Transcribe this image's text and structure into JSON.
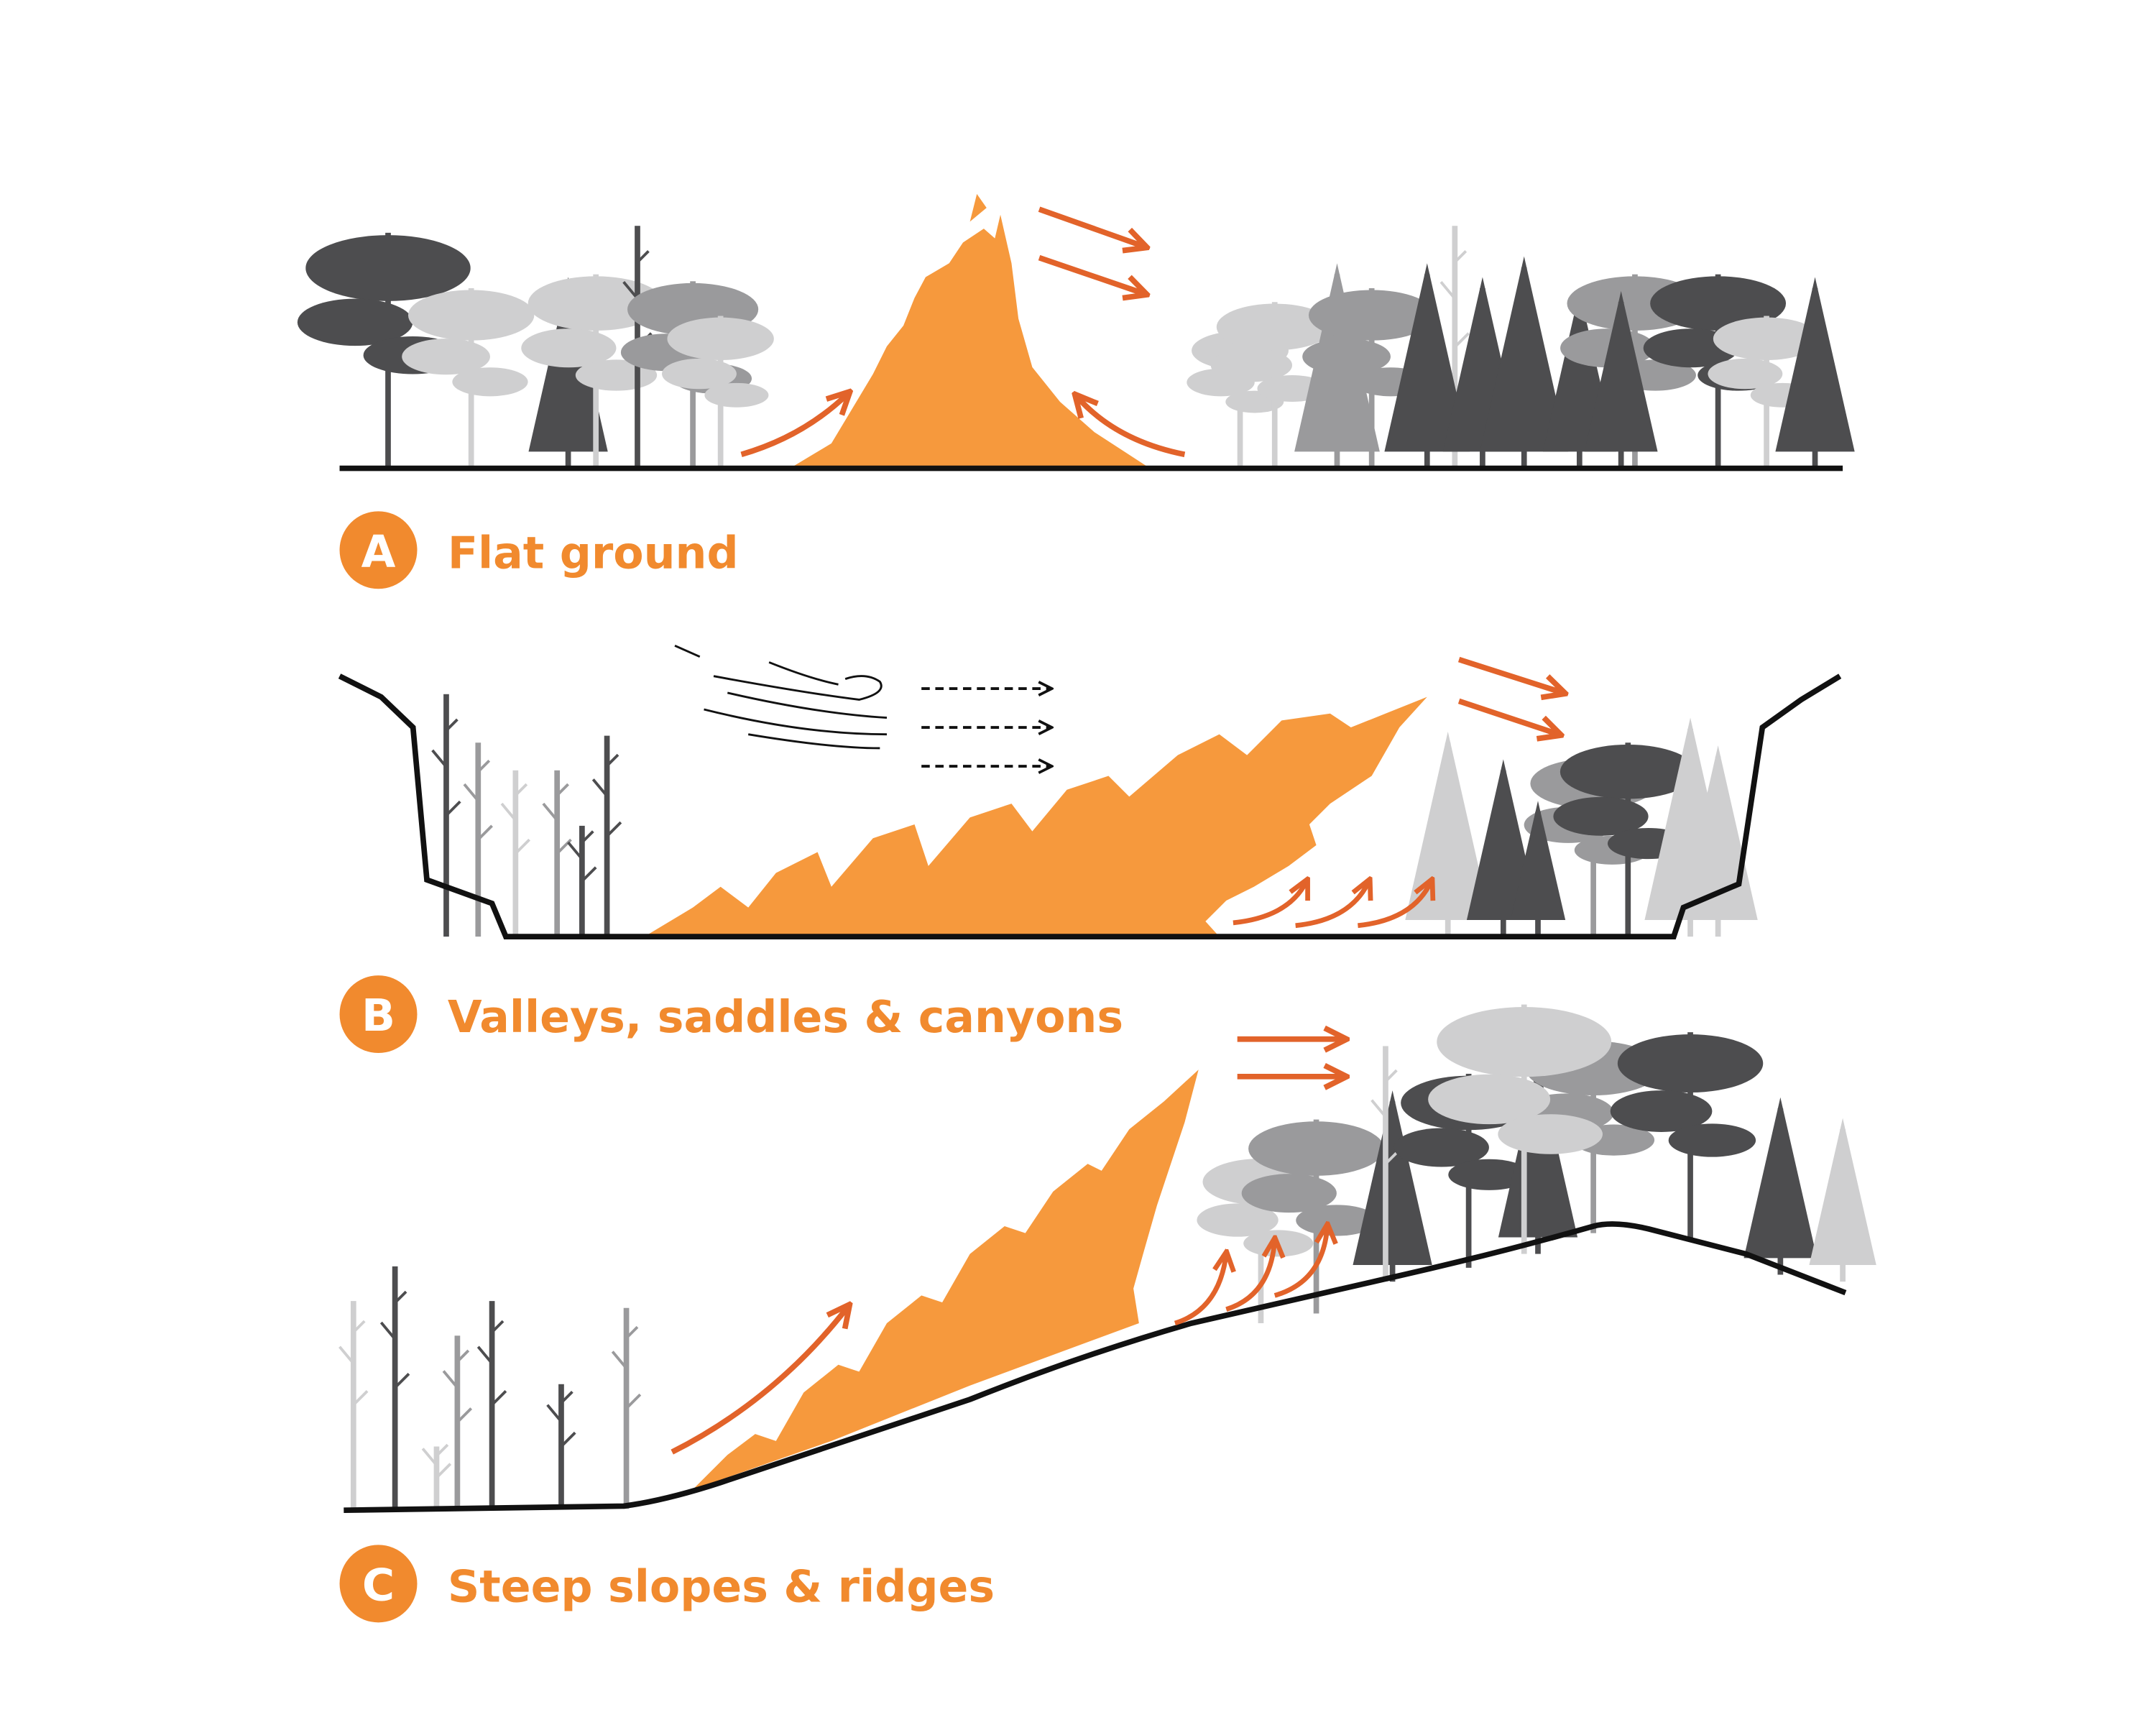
{
  "colors": {
    "flame": "#F6993D",
    "arrow": "#E2632A",
    "label": "#F18A2E",
    "tree_dark": "#4D4D4F",
    "tree_mid": "#9A9A9C",
    "tree_light": "#CFCFD0",
    "ground": "#111111"
  },
  "panels": [
    {
      "badge": "A",
      "title": "Flat ground"
    },
    {
      "badge": "B",
      "title": "Valleys, saddles & canyons"
    },
    {
      "badge": "C",
      "title": "Steep slopes & ridges"
    }
  ]
}
